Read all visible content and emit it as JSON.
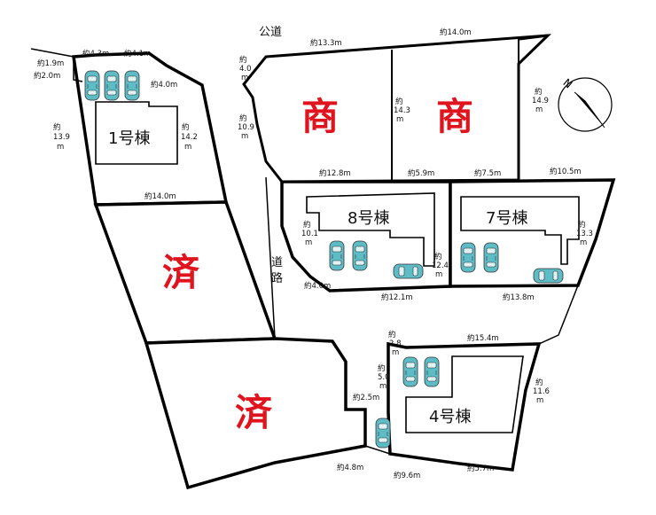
{
  "road_labels": {
    "public_road": "公道",
    "private_road": "道路"
  },
  "lots": {
    "lot1": {
      "building": "1号棟"
    },
    "lot8": {
      "building": "8号棟"
    },
    "lot7": {
      "building": "7号棟"
    },
    "lot4": {
      "building": "4号棟"
    },
    "sold_upper": {
      "mark": "済"
    },
    "sold_lower": {
      "mark": "済"
    },
    "commercial_left": {
      "mark": "商"
    },
    "commercial_right": {
      "mark": "商"
    }
  },
  "compass": {
    "label": "N"
  },
  "dimensions": {
    "d01": "約4.3m",
    "d02": "約4.1m",
    "d03": "約1.9m",
    "d04": "約2.0m",
    "d05": "約4.0m",
    "d06": "約",
    "d06b": "13.9",
    "d06c": "m",
    "d07": "約",
    "d07b": "14.2",
    "d07c": "m",
    "d08": "約14.0m",
    "d09": "約13.3m",
    "d10": "約14.0m",
    "d11": "約",
    "d11b": "4.0",
    "d11c": "m",
    "d12": "約",
    "d12b": "10.9",
    "d12c": "m",
    "d13": "約",
    "d13b": "14.3",
    "d13c": "m",
    "d14": "約",
    "d14b": "14.9",
    "d14c": "m",
    "d15": "約12.8m",
    "d16": "約5.9m",
    "d17": "約7.5m",
    "d18": "約10.5m",
    "d19": "約",
    "d19b": "10.1",
    "d19c": "m",
    "d20": "約",
    "d20b": "12.4",
    "d20c": "m",
    "d21": "約",
    "d21b": "13.3",
    "d21c": "m",
    "d22": "約4.0m",
    "d23": "約12.1m",
    "d24": "約13.8m",
    "d25": "約",
    "d25b": "2.8",
    "d25c": "m",
    "d26": "約15.4m",
    "d27": "約",
    "d27b": "5.0",
    "d27c": "m",
    "d28": "約2.5m",
    "d29": "約",
    "d29b": "11.6",
    "d29c": "m",
    "d30": "約4.8m",
    "d31": "約9.6m",
    "d32": "約5.7m"
  }
}
